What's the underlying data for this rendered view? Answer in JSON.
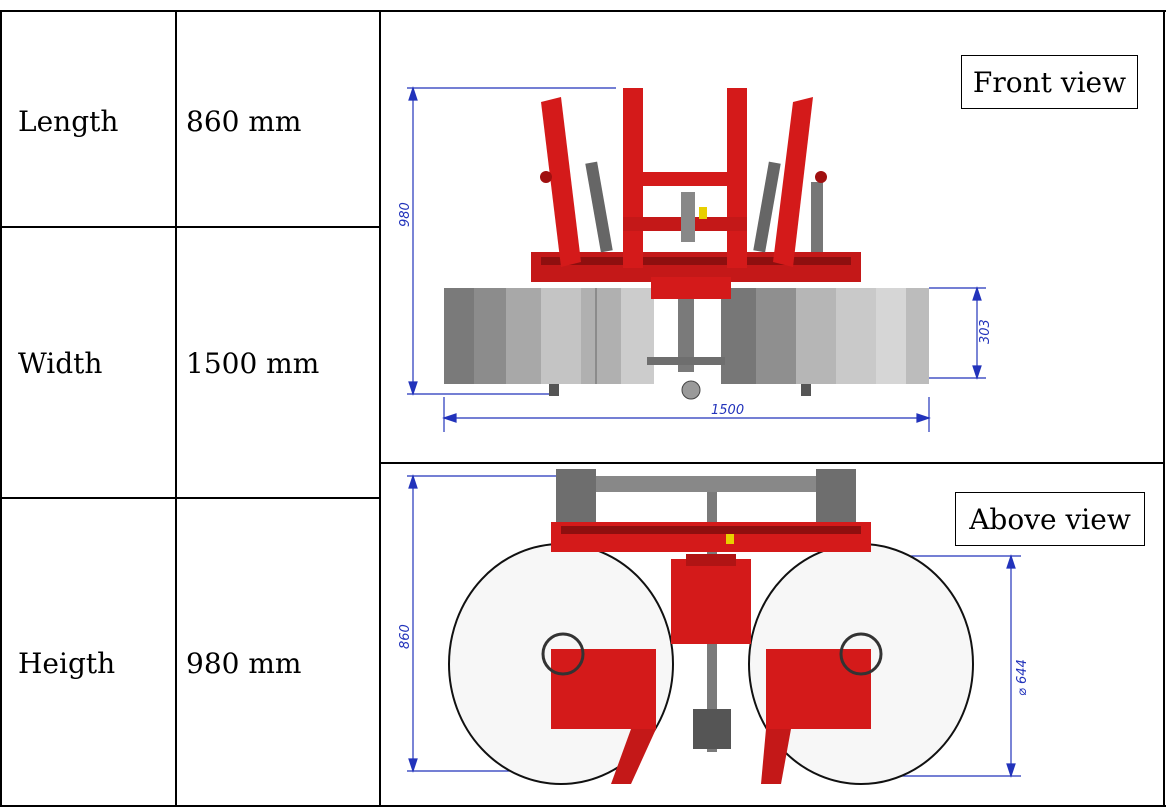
{
  "specs": [
    {
      "label": "Length",
      "value": "860 mm"
    },
    {
      "label": "Width",
      "value": "1500 mm"
    },
    {
      "label": "Heigth",
      "value": "980 mm"
    }
  ],
  "front_view": {
    "title": "Front view",
    "dim_height": "980",
    "dim_width": "1500",
    "dim_roller": "303"
  },
  "above_view": {
    "title": "Above view",
    "dim_length": "860",
    "dim_diameter": "⌀ 644"
  },
  "colors": {
    "frame_red": "#d41a1a",
    "dark_red": "#8e0f0f",
    "steel_gray": "#6e6e6e",
    "dimension_blue": "#2233bb"
  }
}
